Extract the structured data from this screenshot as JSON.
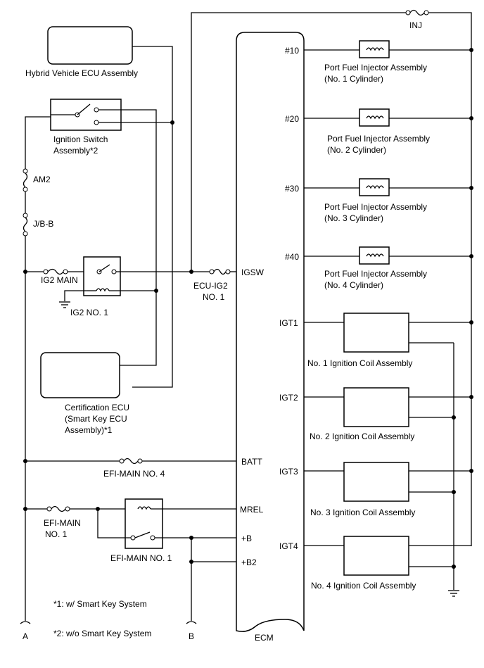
{
  "labels": {
    "hybrid_ecu": "Hybrid Vehicle ECU Assembly",
    "ign_switch_1": "Ignition Switch",
    "ign_switch_2": "Assembly*2",
    "am2": "AM2",
    "jbb": "J/B-B",
    "ig2_main": "IG2 MAIN",
    "ig2_no1": "IG2 NO. 1",
    "cert_1": "Certification ECU",
    "cert_2": "(Smart Key ECU",
    "cert_3": "Assembly)*1",
    "efi_main_no4": "EFI-MAIN NO. 4",
    "efi_main_1": "EFI-MAIN",
    "efi_main_2": "NO. 1",
    "efi_relay": "EFI-MAIN NO. 1",
    "ecu_ig2_1": "ECU-IG2",
    "ecu_ig2_2": "NO. 1",
    "inj": "INJ",
    "note1": "*1: w/ Smart Key System",
    "note2": "*2: w/o Smart Key System",
    "conn_a": "A",
    "conn_b": "B",
    "ecm": "ECM"
  },
  "ecm_pins": {
    "igsw": "IGSW",
    "batt": "BATT",
    "mrel": "MREL",
    "plus_b": "+B",
    "plus_b2": "+B2",
    "n10": "#10",
    "n20": "#20",
    "n30": "#30",
    "n40": "#40",
    "igt1": "IGT1",
    "igt2": "IGT2",
    "igt3": "IGT3",
    "igt4": "IGT4"
  },
  "injectors": [
    {
      "line1": "Port Fuel Injector Assembly",
      "line2": "(No. 1 Cylinder)"
    },
    {
      "line1": "Port Fuel Injector Assembly",
      "line2": "(No. 2 Cylinder)"
    },
    {
      "line1": "Port Fuel Injector Assembly",
      "line2": "(No. 3 Cylinder)"
    },
    {
      "line1": "Port Fuel Injector Assembly",
      "line2": "(No. 4 Cylinder)"
    }
  ],
  "coils": [
    "No. 1 Ignition Coil Assembly",
    "No. 2 Ignition Coil Assembly",
    "No. 3 Ignition Coil Assembly",
    "No. 4 Ignition Coil Assembly"
  ]
}
